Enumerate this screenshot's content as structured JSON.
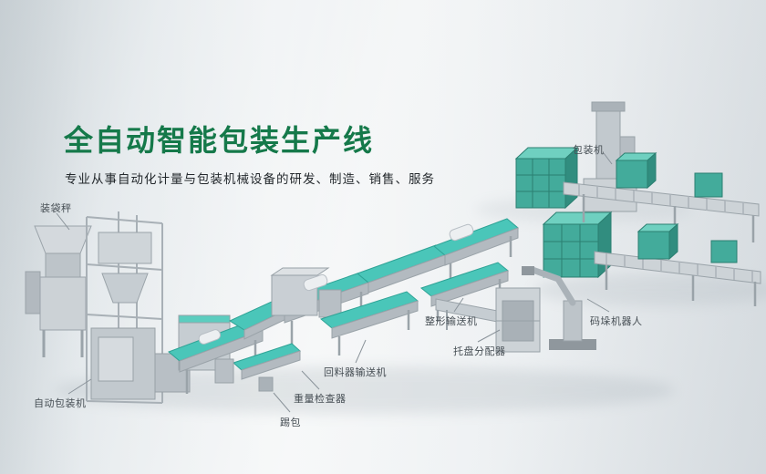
{
  "page": {
    "title": "全自动智能包装生产线",
    "subtitle": "专业从事自动化计量与包装机械设备的研发、制造、销售、服务"
  },
  "colors": {
    "accent_green": "#15794a",
    "belt_teal": "#4ac6b9",
    "package_teal": "#43ab9b",
    "machine_gray": "#c6cdd2"
  },
  "labels": {
    "bagging_scale": "装袋秤",
    "packing_machine": "包装机",
    "auto_packing_machine": "自动包装机",
    "kick_bag": "踢包",
    "weight_checker": "重量检查器",
    "return_feeder_conveyor": "回料器输送机",
    "shaping_conveyor": "整形输送机",
    "pallet_dispenser": "托盘分配器",
    "palletizing_robot": "码垛机器人"
  }
}
